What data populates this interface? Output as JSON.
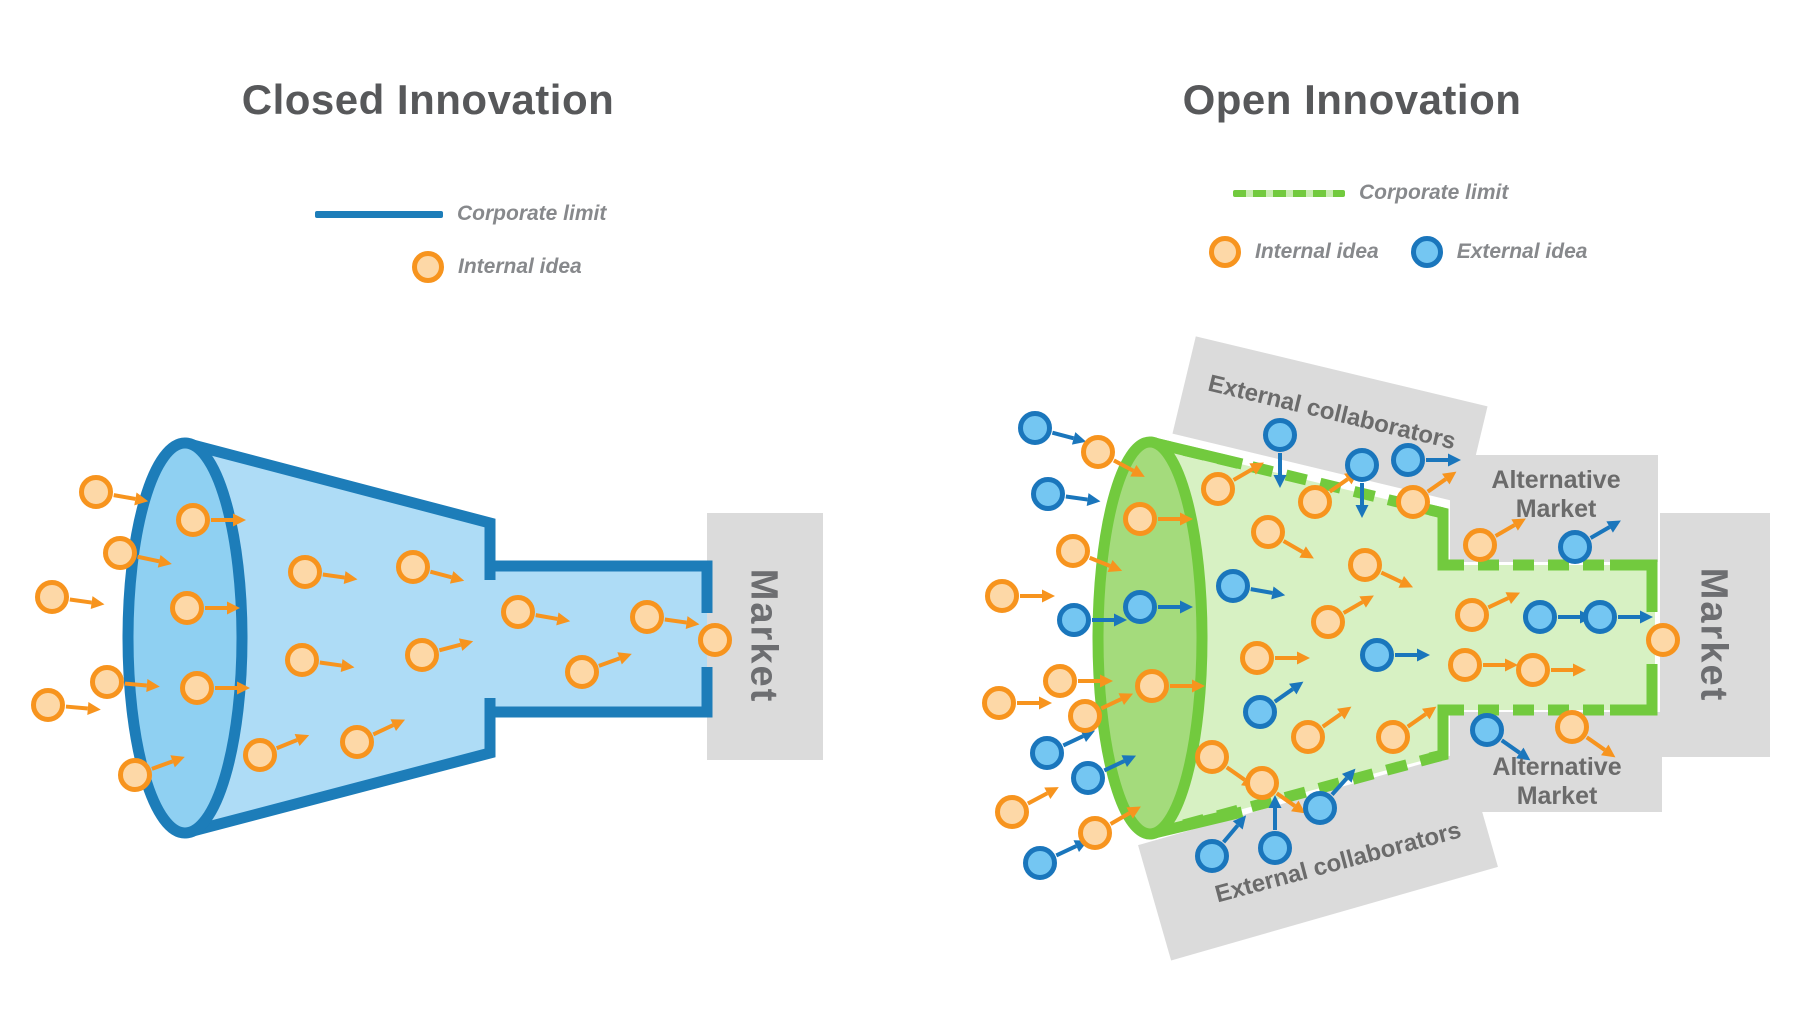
{
  "left": {
    "title": "Closed Innovation",
    "legend": {
      "corporate_limit": "Corporate limit",
      "internal_idea": "Internal idea"
    },
    "market_label": "Market"
  },
  "right": {
    "title": "Open Innovation",
    "legend": {
      "corporate_limit": "Corporate limit",
      "internal_idea": "Internal idea",
      "external_idea": "External idea"
    },
    "market_label": "Market",
    "external_collaborators_label": "External collaborators",
    "alternative_market": {
      "line1": "Alternative",
      "line2": "Market"
    }
  },
  "colors": {
    "corporate_blue": "#1d7db9",
    "funnel_blue_fill": "#aedcf6",
    "funnel_blue_mouth": "#8fd0f2",
    "corporate_green": "#72ca3e",
    "funnel_green_fill": "#d7f1c3",
    "funnel_green_mouth": "#a4db7c",
    "internal_stroke": "#f7941e",
    "internal_fill": "#fdd8a7",
    "external_stroke": "#1a76bc",
    "external_fill": "#74c6f2",
    "box_gray": "#dbdbdb",
    "label_gray": "#6b6b6b"
  },
  "dots": {
    "left": [
      [
        96,
        492,
        "i",
        10
      ],
      [
        120,
        553,
        "i",
        12
      ],
      [
        52,
        597,
        "i",
        8
      ],
      [
        107,
        682,
        "i",
        5
      ],
      [
        48,
        705,
        "i",
        5
      ],
      [
        135,
        775,
        "i",
        -20
      ],
      [
        193,
        520,
        "i",
        0
      ],
      [
        187,
        608,
        "i",
        0
      ],
      [
        197,
        688,
        "i",
        0
      ],
      [
        305,
        572,
        "i",
        8
      ],
      [
        413,
        567,
        "i",
        15
      ],
      [
        302,
        660,
        "i",
        8
      ],
      [
        422,
        655,
        "i",
        -15
      ],
      [
        260,
        755,
        "i",
        -22
      ],
      [
        357,
        742,
        "i",
        -25
      ],
      [
        518,
        612,
        "i",
        10
      ],
      [
        582,
        672,
        "i",
        -20
      ],
      [
        647,
        617,
        "i",
        8
      ],
      [
        715,
        640,
        "i",
        null
      ]
    ],
    "right": [
      [
        1035,
        428,
        "e",
        15
      ],
      [
        1048,
        494,
        "e",
        8
      ],
      [
        1074,
        620,
        "e",
        0
      ],
      [
        1047,
        753,
        "e",
        -25
      ],
      [
        1088,
        778,
        "e",
        -25
      ],
      [
        1040,
        863,
        "e",
        -25
      ],
      [
        1098,
        452,
        "i",
        28
      ],
      [
        1073,
        551,
        "i",
        22
      ],
      [
        1002,
        596,
        "i",
        0
      ],
      [
        1060,
        681,
        "i",
        0
      ],
      [
        999,
        703,
        "i",
        0
      ],
      [
        1085,
        716,
        "i",
        -25
      ],
      [
        1012,
        812,
        "i",
        -28
      ],
      [
        1095,
        833,
        "i",
        -30
      ],
      [
        1140,
        519,
        "i",
        0
      ],
      [
        1140,
        607,
        "e",
        0
      ],
      [
        1152,
        686,
        "i",
        0
      ],
      [
        1218,
        489,
        "i",
        -30
      ],
      [
        1268,
        532,
        "i",
        30
      ],
      [
        1315,
        502,
        "i",
        -35
      ],
      [
        1413,
        502,
        "i",
        -35
      ],
      [
        1233,
        586,
        "e",
        10
      ],
      [
        1365,
        565,
        "i",
        25
      ],
      [
        1328,
        622,
        "i",
        -30
      ],
      [
        1377,
        655,
        "e",
        0
      ],
      [
        1257,
        658,
        "i",
        0
      ],
      [
        1260,
        712,
        "e",
        -35
      ],
      [
        1308,
        737,
        "i",
        -35
      ],
      [
        1393,
        737,
        "i",
        -35
      ],
      [
        1212,
        757,
        "i",
        35
      ],
      [
        1262,
        783,
        "i",
        35
      ],
      [
        1320,
        808,
        "e",
        -48
      ],
      [
        1280,
        435,
        "e",
        90
      ],
      [
        1362,
        465,
        "e",
        90
      ],
      [
        1408,
        460,
        "e",
        0
      ],
      [
        1480,
        545,
        "i",
        -30
      ],
      [
        1575,
        547,
        "e",
        -30
      ],
      [
        1472,
        615,
        "i",
        -25
      ],
      [
        1540,
        617,
        "e",
        0
      ],
      [
        1600,
        617,
        "e",
        0
      ],
      [
        1465,
        665,
        "i",
        0
      ],
      [
        1533,
        670,
        "i",
        0
      ],
      [
        1663,
        640,
        "i",
        null
      ],
      [
        1487,
        730,
        "e",
        35
      ],
      [
        1572,
        727,
        "i",
        35
      ],
      [
        1212,
        856,
        "e",
        -50
      ],
      [
        1275,
        848,
        "e",
        -90
      ]
    ]
  }
}
